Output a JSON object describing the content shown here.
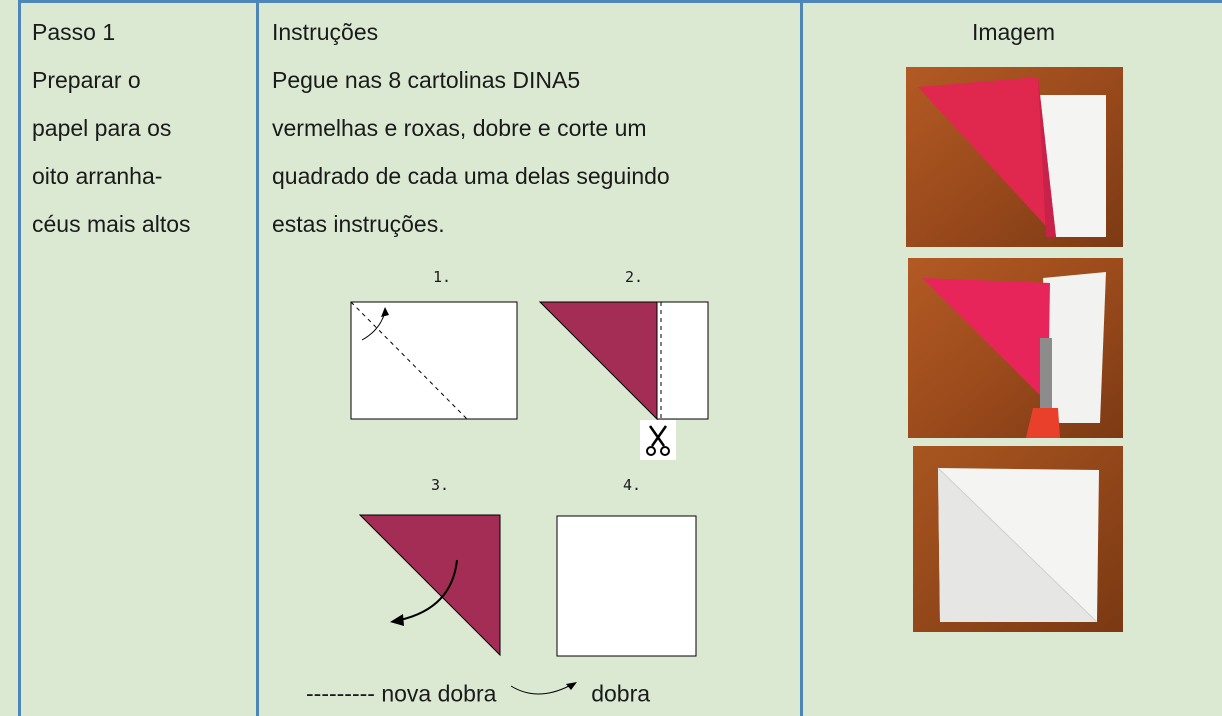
{
  "table": {
    "step": {
      "label": "Passo 1",
      "lines": [
        "Preparar o",
        "papel para os",
        "oito arranha-",
        "céus mais altos"
      ]
    },
    "instructions": {
      "header": "Instruções",
      "lines": [
        "Pegue nas 8 cartolinas DINA5",
        "vermelhas e roxas, dobre e corte um",
        "quadrado de cada uma delas seguindo",
        "estas instruções."
      ]
    },
    "image": {
      "header": "Imagem"
    }
  },
  "diagram": {
    "step_labels": [
      "1.",
      "2.",
      "3.",
      "4."
    ],
    "legend_dashes": "---------",
    "legend_new_fold": "nova dobra",
    "legend_fold": "dobra",
    "fill_color": "#a32d55"
  },
  "colors": {
    "background": "#dbe9d3",
    "border": "#4f86b8",
    "paper_red": "#e0284f",
    "table_wood": "#a0521f"
  }
}
